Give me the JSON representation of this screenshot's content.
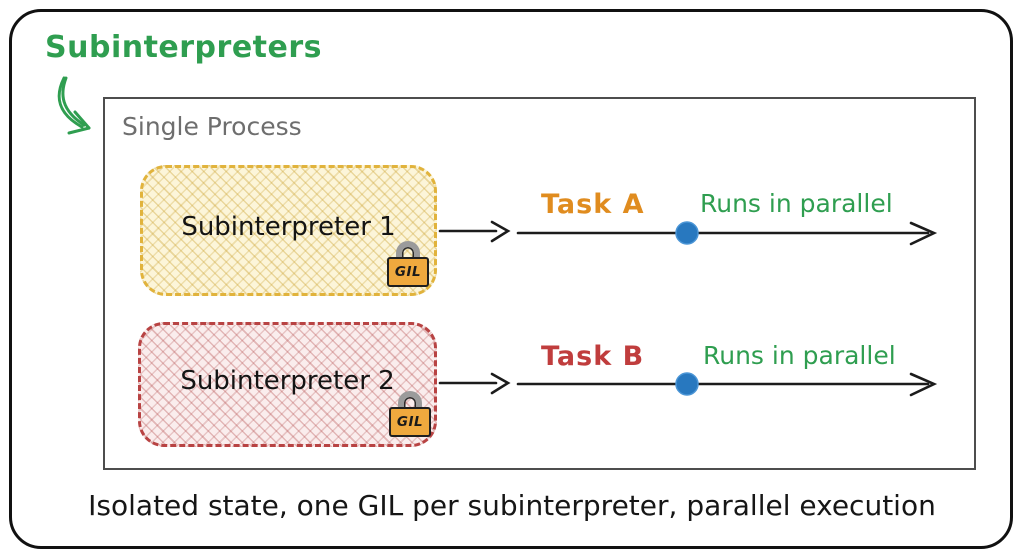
{
  "title": "Subinterpreters",
  "process": {
    "label": "Single Process"
  },
  "rows": [
    {
      "box_label": "Subinterpreter 1",
      "lock_label": "GIL",
      "task_label": "Task A",
      "note_label": "Runs in parallel"
    },
    {
      "box_label": "Subinterpreter 2",
      "lock_label": "GIL",
      "task_label": "Task B",
      "note_label": "Runs in parallel"
    }
  ],
  "caption": "Isolated state, one GIL per subinterpreter, parallel execution",
  "colors": {
    "title_green": "#2f9e50",
    "note_green": "#2f9e50",
    "task_a_orange": "#e08c1f",
    "task_b_red": "#c03d3d",
    "timeline_dot_blue": "#2878bf",
    "subinterpreter1_border_yellow": "#e1b33c",
    "subinterpreter2_border_red": "#b84343",
    "lock_body_orange": "#efa93e",
    "process_border_gray": "#4d4d4d",
    "outer_border_black": "#111111"
  }
}
